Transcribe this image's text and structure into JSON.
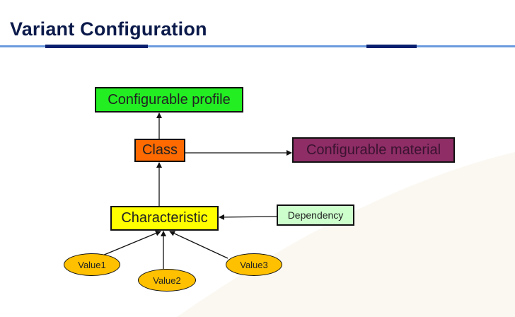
{
  "title": "Variant Configuration",
  "nodes": {
    "profile": "Configurable profile",
    "class": "Class",
    "material": "Configurable material",
    "characteristic": "Characteristic",
    "dependency": "Dependency",
    "value1": "Value1",
    "value2": "Value2",
    "value3": "Value3"
  },
  "colors": {
    "title": "#0b1a4a",
    "rule": "#6b9be0",
    "rule_accent": "#0a1f6e",
    "profile": "#22ee22",
    "class": "#ff6a00",
    "material": "#8e2d66",
    "characteristic": "#ffff00",
    "dependency": "#ccffcc",
    "values": "#ffc000"
  }
}
